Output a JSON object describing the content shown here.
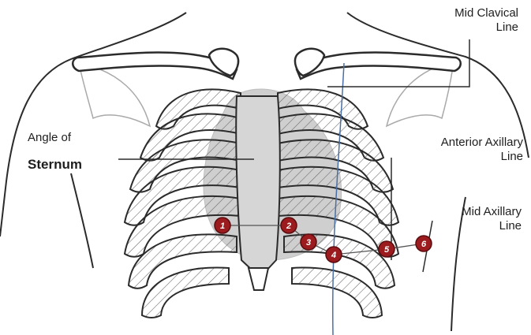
{
  "labels": {
    "mid_clavical": [
      "Mid Clavical",
      "Line"
    ],
    "angle_of": "Angle of",
    "sternum": "Sternum",
    "anterior_axillary": [
      "Anterior Axillary",
      "Line"
    ],
    "mid_axillary": [
      "Mid Axillary",
      "Line"
    ]
  },
  "electrodes": [
    "1",
    "2",
    "3",
    "4",
    "5",
    "6"
  ],
  "colors": {
    "outline": "#2b2b2b",
    "light_outline": "#a9a9a9",
    "heart": "#cfcfcf",
    "electrode": "#9b1b1f",
    "guide_line": "#4a6fa5"
  }
}
